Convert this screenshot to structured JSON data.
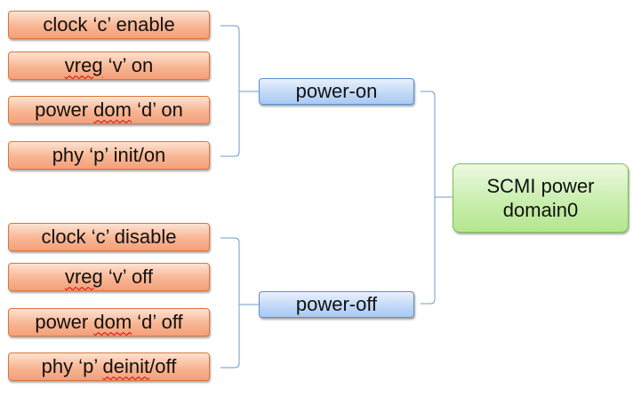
{
  "diagram": {
    "power_on": {
      "label": "power-on",
      "steps": [
        {
          "label": "clock ‘c’ enable"
        },
        {
          "label": "vreg ‘v’ on",
          "underlined": "vreg"
        },
        {
          "label": "power dom ‘d’ on",
          "underlined": "dom"
        },
        {
          "label": "phy ‘p’ init/on"
        }
      ]
    },
    "power_off": {
      "label": "power-off",
      "steps": [
        {
          "label": "clock ‘c’ disable"
        },
        {
          "label": "vreg ‘v’ off",
          "underlined": "vreg"
        },
        {
          "label": "power dom ‘d’ off",
          "underlined": "dom"
        },
        {
          "label": "phy ‘p’ deinit/off",
          "underlined": "deinit"
        }
      ]
    },
    "target": {
      "label": "SCMI power\ndomain0"
    }
  },
  "colors": {
    "step_fill": "#f8b592",
    "step_border": "#d9773c",
    "op_fill": "#c2d9f7",
    "op_border": "#5b8fd0",
    "target_fill": "#c9eeae",
    "target_border": "#7bc24f",
    "connector": "#6f9bc9"
  }
}
